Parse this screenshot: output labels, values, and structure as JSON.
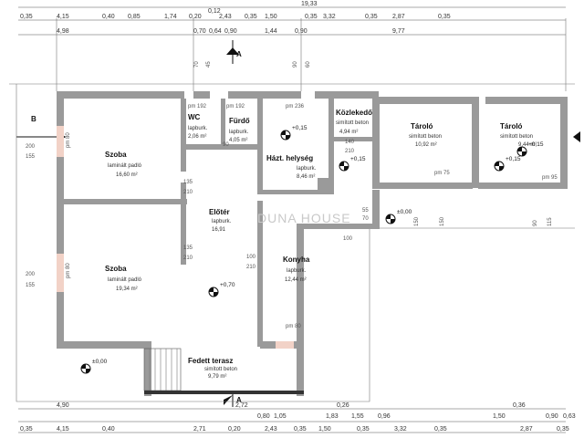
{
  "dims_top": {
    "overall": "19,33",
    "sub": "0,12",
    "row1": [
      "0,35",
      "4,15",
      "0,40",
      "0,85",
      "1,74",
      "0,20",
      "2,43",
      "0,35",
      "1,50",
      "0,35",
      "3,32",
      "0,35",
      "2,87",
      "0,35"
    ],
    "row2": [
      "4,98",
      "0,70",
      "0,64",
      "0,90",
      "1,44",
      "0,90",
      "9,77"
    ]
  },
  "dims_bottom": {
    "row1": [
      "4,90",
      "2,72",
      "0,26",
      "0,36"
    ],
    "row1b": [
      "0,80",
      "1,05",
      "1,83",
      "1,55",
      "0,96",
      "1,50",
      "0,90",
      "0,63"
    ],
    "row2": [
      "0,35",
      "4,15",
      "0,40",
      "2,71",
      "0,20",
      "2,43",
      "0,35",
      "1,50",
      "0,35",
      "3,32",
      "0,35",
      "2,87",
      "0,35"
    ]
  },
  "section_markers": {
    "a_top": "A",
    "b_left": "B",
    "a_bottom": "A"
  },
  "rooms": [
    {
      "name": "Szoba",
      "floor": "laminált padló",
      "area": "16,60 m²"
    },
    {
      "name": "Szoba",
      "floor": "laminált padló",
      "area": "19,34 m²"
    },
    {
      "name": "WC",
      "floor": "lapburk.",
      "area": "2,06 m²"
    },
    {
      "name": "Fürdő",
      "floor": "lapburk.",
      "area": "4,05 m²"
    },
    {
      "name": "Házt. helység",
      "floor": "lapburk.",
      "area": "8,46 m²"
    },
    {
      "name": "Közlekedő",
      "floor": "simított beton",
      "area": "4,94 m²"
    },
    {
      "name": "Tároló",
      "floor": "simított beton",
      "area": "10,92 m²"
    },
    {
      "name": "Tároló",
      "floor": "simított beton",
      "area": "9,44 m²"
    },
    {
      "name": "Előtér",
      "floor": "lapburk.",
      "area": "16,91"
    },
    {
      "name": "Konyha",
      "floor": "lapburk.",
      "area": "12,44 m²"
    },
    {
      "name": "Fedett terasz",
      "floor": "simított beton",
      "area": "9,79 m²"
    }
  ],
  "levels": [
    "+0,15",
    "+0,15",
    "+0,15",
    "+0,15",
    "±0,00",
    "+0,70",
    "±0,00"
  ],
  "labels": {
    "pm80a": "pm 80",
    "pm80b": "pm 80",
    "pm192a": "pm 192",
    "pm192b": "pm 192",
    "pm236": "pm 236",
    "pm75": "pm 75",
    "pm95": "pm 95",
    "pm80c": "pm 80",
    "d200a": "200",
    "d155a": "155",
    "d200b": "200",
    "d155b": "155",
    "d135a": "135",
    "d210a": "210",
    "d135b": "135",
    "d210b": "210",
    "d100": "100",
    "d210c": "210",
    "d140": "140",
    "d210d": "210",
    "d90": "90",
    "d100b": "100",
    "d55": "55",
    "d70": "70",
    "d150a": "150",
    "d150b": "150",
    "d90b": "90",
    "d115": "115",
    "d70t": "70",
    "d45": "45",
    "d90t": "90",
    "d60": "60"
  },
  "watermark": "DUNA HOUSE"
}
